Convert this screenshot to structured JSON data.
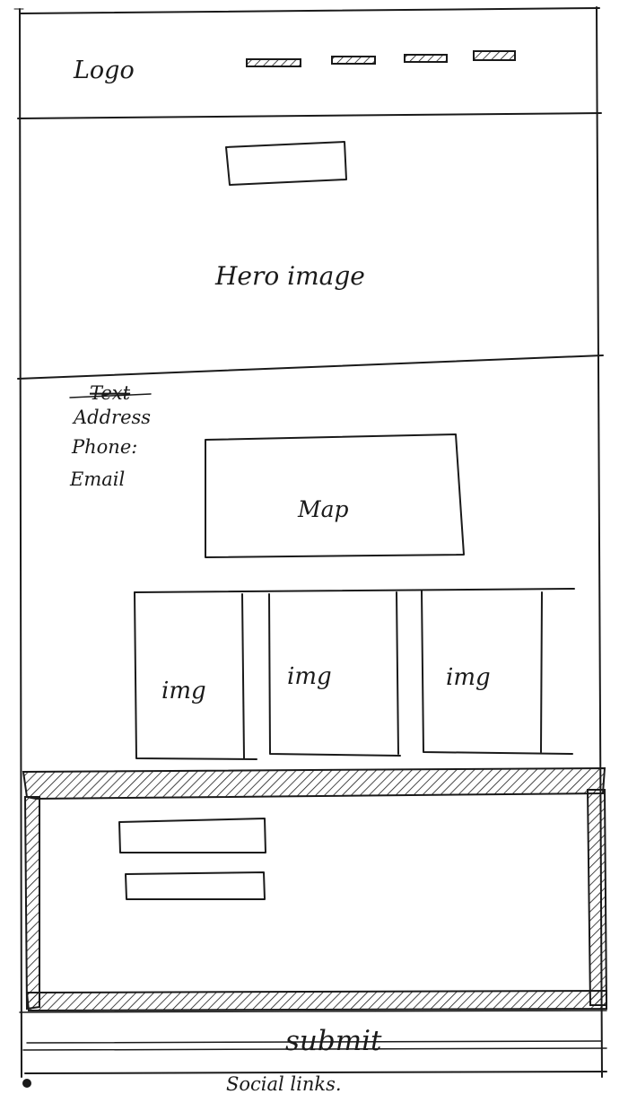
{
  "header": {
    "logo": "Logo",
    "nav_items": [
      "",
      "",
      "",
      ""
    ]
  },
  "hero": {
    "label": "Hero image"
  },
  "contact": {
    "heading": "Text",
    "address_label": "Address",
    "phone_label": "Phone:",
    "email_label": "Email"
  },
  "map": {
    "label": "Map"
  },
  "gallery": {
    "items": [
      "img",
      "img",
      "img"
    ]
  },
  "form": {
    "fields": [
      "",
      ""
    ],
    "submit_label": "submit"
  },
  "footer": {
    "social_links": "Social links."
  }
}
